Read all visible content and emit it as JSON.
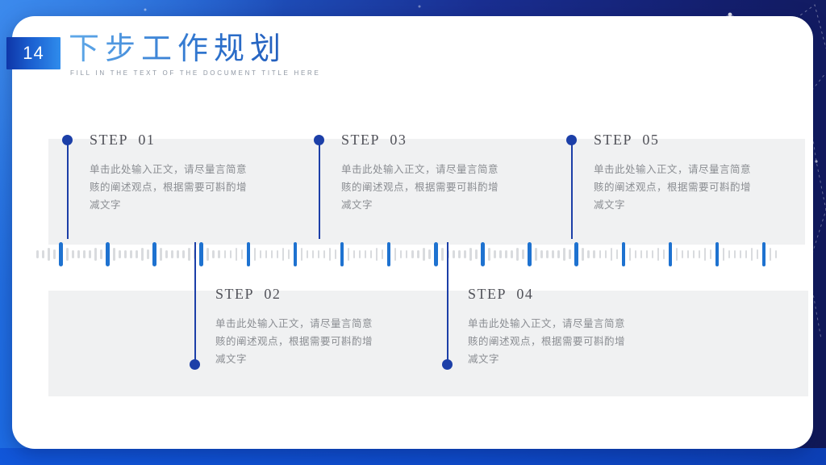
{
  "slide": {
    "page_number": "14",
    "title": "下步工作规划",
    "subtitle": "FILL IN THE TEXT OF THE DOCUMENT TITLE HERE"
  },
  "steps": [
    {
      "label": "STEP 01",
      "row": "top",
      "body": "单击此处输入正文，请尽量言简意\n赅的阐述观点，根据需要可斟酌增\n减文字"
    },
    {
      "label": "STEP 02",
      "row": "bottom",
      "body": "单击此处输入正文，请尽量言简意\n赅的阐述观点，根据需要可斟酌增\n减文字"
    },
    {
      "label": "STEP 03",
      "row": "top",
      "body": "单击此处输入正文，请尽量言简意\n赅的阐述观点，根据需要可斟酌增\n减文字"
    },
    {
      "label": "STEP 04",
      "row": "bottom",
      "body": "单击此处输入正文，请尽量言简意\n赅的阐述观点，根据需要可斟酌增\n减文字"
    },
    {
      "label": "STEP 05",
      "row": "top",
      "body": "单击此处输入正文，请尽量言简意\n赅的阐述观点，根据需要可斟酌增\n减文字"
    }
  ],
  "timeline": {
    "accent_tick_color": "#1e72d0",
    "gray_tick_color": "#d9dbde",
    "marker_color": "#1c3fa8"
  },
  "colors": {
    "background_blue": "#1a2f92",
    "bright_blue": "#1157da",
    "badge_gradient_start": "#0e36a8",
    "badge_gradient_end": "#2f8cec",
    "title_gradient_start": "#5fa9e9",
    "title_gradient_end": "#1d53b5",
    "panel_gray": "#f0f1f2",
    "body_text_gray": "#8a8d92"
  }
}
